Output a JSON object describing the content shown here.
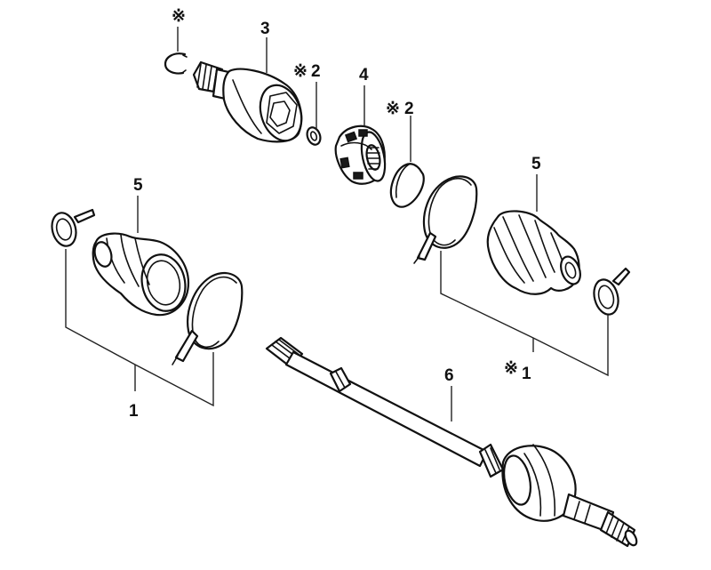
{
  "callouts": {
    "c1_left": "1",
    "c1_right": "1",
    "c2_a": "2",
    "c2_b": "2",
    "c3": "3",
    "c4": "4",
    "c5_left": "5",
    "c5_right": "5",
    "c6": "6"
  },
  "marks": {
    "ref": "※"
  },
  "colors": {
    "line": "#111111",
    "background": "#ffffff"
  }
}
